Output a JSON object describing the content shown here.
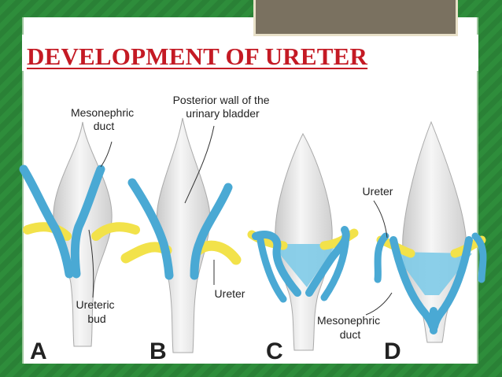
{
  "slide": {
    "title": "DEVELOPMENT OF URETER"
  },
  "colors": {
    "background": "#2d8a3a",
    "title": "#c41a24",
    "duct": "#4aa9d4",
    "ureteric_bud": "#f2e24a",
    "bladder": "#e9e9e9"
  },
  "diagram": {
    "labels": {
      "mesonephric_duct_top": [
        "Mesonephric",
        "duct"
      ],
      "posterior_wall": [
        "Posterior wall of the",
        "urinary bladder"
      ],
      "ureteric_bud": [
        "Ureteric",
        "bud"
      ],
      "ureter_b": "Ureter",
      "ureter_d": "Ureter",
      "mesonephric_duct_bottom": [
        "Mesonephric",
        "duct"
      ]
    },
    "panels": [
      "A",
      "B",
      "C",
      "D"
    ]
  }
}
